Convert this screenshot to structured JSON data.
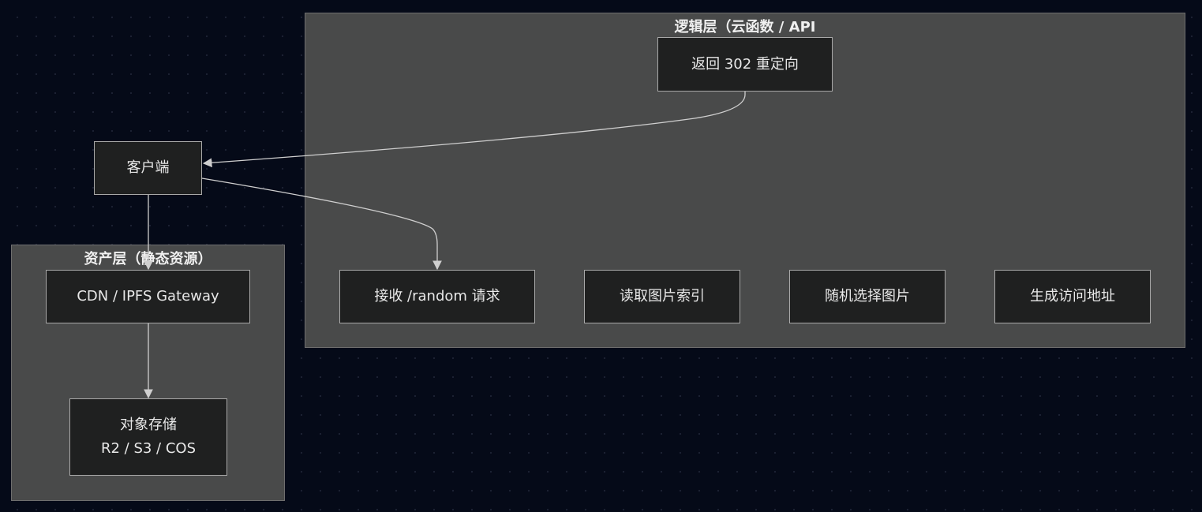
{
  "clusters": {
    "logic": {
      "title": "逻辑层（云函数 / API"
    },
    "asset": {
      "title": "资产层（静态资源）"
    }
  },
  "nodes": {
    "client": "客户端",
    "redirect": "返回 302 重定向",
    "receive": "接收 /random 请求",
    "read_index": "读取图片索引",
    "random_pick": "随机选择图片",
    "gen_url": "生成访问地址",
    "cdn": "CDN / IPFS Gateway",
    "storage_line1": "对象存储",
    "storage_line2": "R2 / S3 / COS"
  },
  "colors": {
    "background": "#050a18",
    "cluster_fill": "#494a4a",
    "node_fill": "#1f2020",
    "node_border": "#a9a9a9",
    "edge": "#cfcfcf"
  }
}
